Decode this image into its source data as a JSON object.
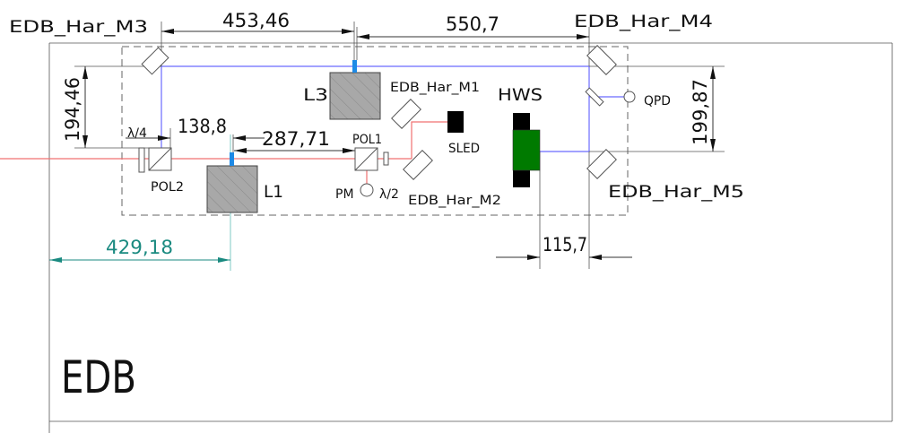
{
  "labels": {
    "m3": "EDB_Har_M3",
    "m4": "EDB_Har_M4",
    "m1": "EDB_Har_M1",
    "m2": "EDB_Har_M2",
    "m5": "EDB_Har_M5",
    "l3": "L3",
    "l1": "L1",
    "hws": "HWS",
    "qpd": "QPD",
    "sled": "SLED",
    "pol1": "POL1",
    "pol2": "POL2",
    "lambda4": "λ/4",
    "lambda2": "λ/2",
    "pm": "PM",
    "board": "EDB"
  },
  "dimensions": {
    "d1": "453,46",
    "d2": "550,7",
    "d3": "194,46",
    "d4": "138,8",
    "d5": "287,71",
    "d6": "429,18",
    "d7": "199,87",
    "d8": "115,7"
  },
  "colors": {
    "beam_blue": "#6a6aff",
    "beam_red": "#f07070",
    "hws_green": "#007a00",
    "dim_teal": "#1a8a80",
    "lens_gray": "#a8a8a8"
  }
}
